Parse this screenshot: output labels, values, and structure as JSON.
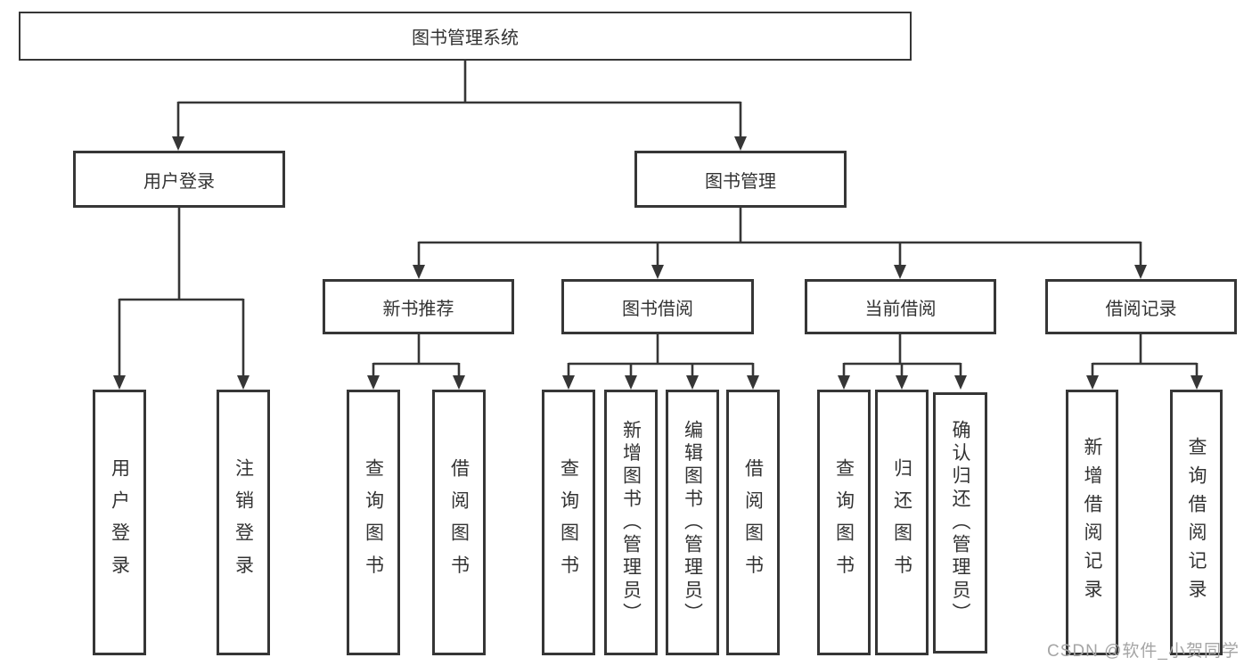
{
  "colors": {
    "background": "#ffffff",
    "line": "#363636",
    "text": "#333333",
    "watermark": "#a5a5a5"
  },
  "watermark": "CSDN @软件_小贺同学",
  "tree": {
    "root": "图书管理系统",
    "branches": [
      {
        "label": "用户登录",
        "children": [
          "用户登录",
          "注销登录"
        ]
      },
      {
        "label": "图书管理",
        "sections": [
          {
            "label": "新书推荐",
            "children": [
              "查询图书",
              "借阅图书"
            ]
          },
          {
            "label": "图书借阅",
            "children": [
              "查询图书",
              "新增图书（管理员）",
              "编辑图书（管理员）",
              "借阅图书"
            ]
          },
          {
            "label": "当前借阅",
            "children": [
              "查询图书",
              "归还图书",
              "确认归还（管理员）"
            ]
          },
          {
            "label": "借阅记录",
            "children": [
              "新增借阅记录",
              "查询借阅记录"
            ]
          }
        ]
      }
    ]
  }
}
